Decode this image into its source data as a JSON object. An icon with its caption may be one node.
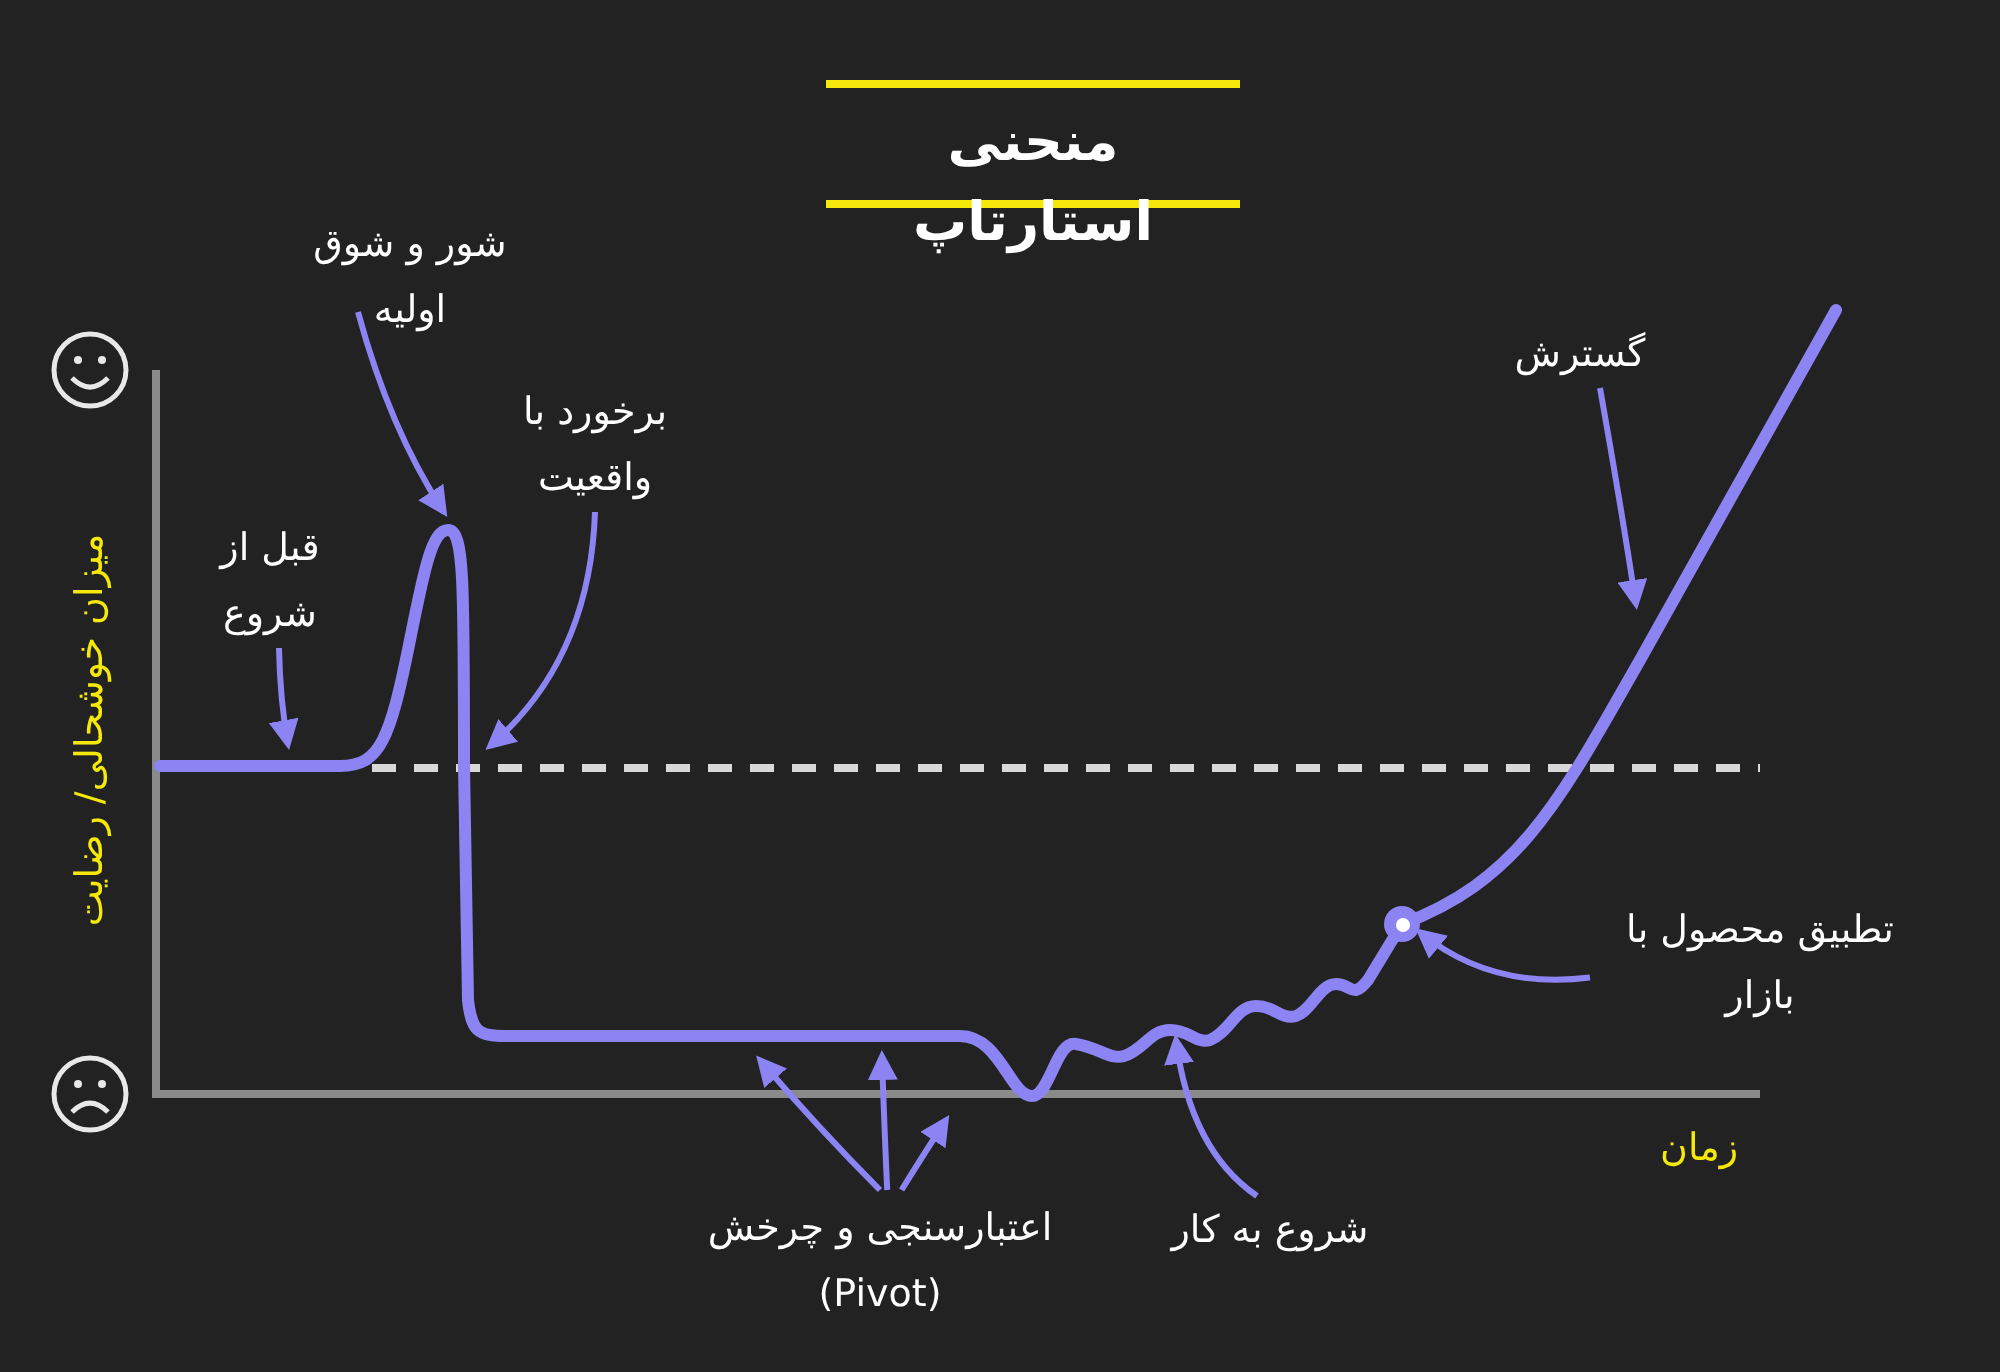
{
  "diagram": {
    "title": "منحنی استارتاپ",
    "nodes": [
      {
        "text": [
          "شور و شوق اولیه"
        ]
      },
      {
        "text": [
          "برخورد با واقعیت"
        ]
      },
      {
        "text": [
          "قبل از شروع"
        ]
      },
      {
        "text": [
          "اعتبارسنجی و چرخش (Pivot)"
        ]
      },
      {
        "text": [
          "شروع به کار"
        ]
      },
      {
        "text": [
          "تطبیق محصول با بازار"
        ]
      },
      {
        "text": [
          "گسترش"
        ]
      },
      {
        "text": [],
        "shape": "circle"
      }
    ],
    "edges": [
      {
        "from": 0,
        "to": null,
        "arrow": "to"
      },
      {
        "from": 1,
        "to": null,
        "arrow": "to"
      },
      {
        "from": 2,
        "to": null,
        "arrow": "to"
      },
      {
        "from": 3,
        "to": null,
        "arrow": "to"
      },
      {
        "from": 3,
        "to": null,
        "arrow": "to"
      },
      {
        "from": 3,
        "to": null,
        "arrow": "to"
      },
      {
        "from": 4,
        "to": null,
        "arrow": "to"
      },
      {
        "from": 5,
        "to": 7,
        "arrow": "to"
      },
      {
        "from": 6,
        "to": null,
        "arrow": "to"
      }
    ],
    "labels": [
      "میزان خوشحالی/ رضایت",
      "زمان"
    ]
  }
}
